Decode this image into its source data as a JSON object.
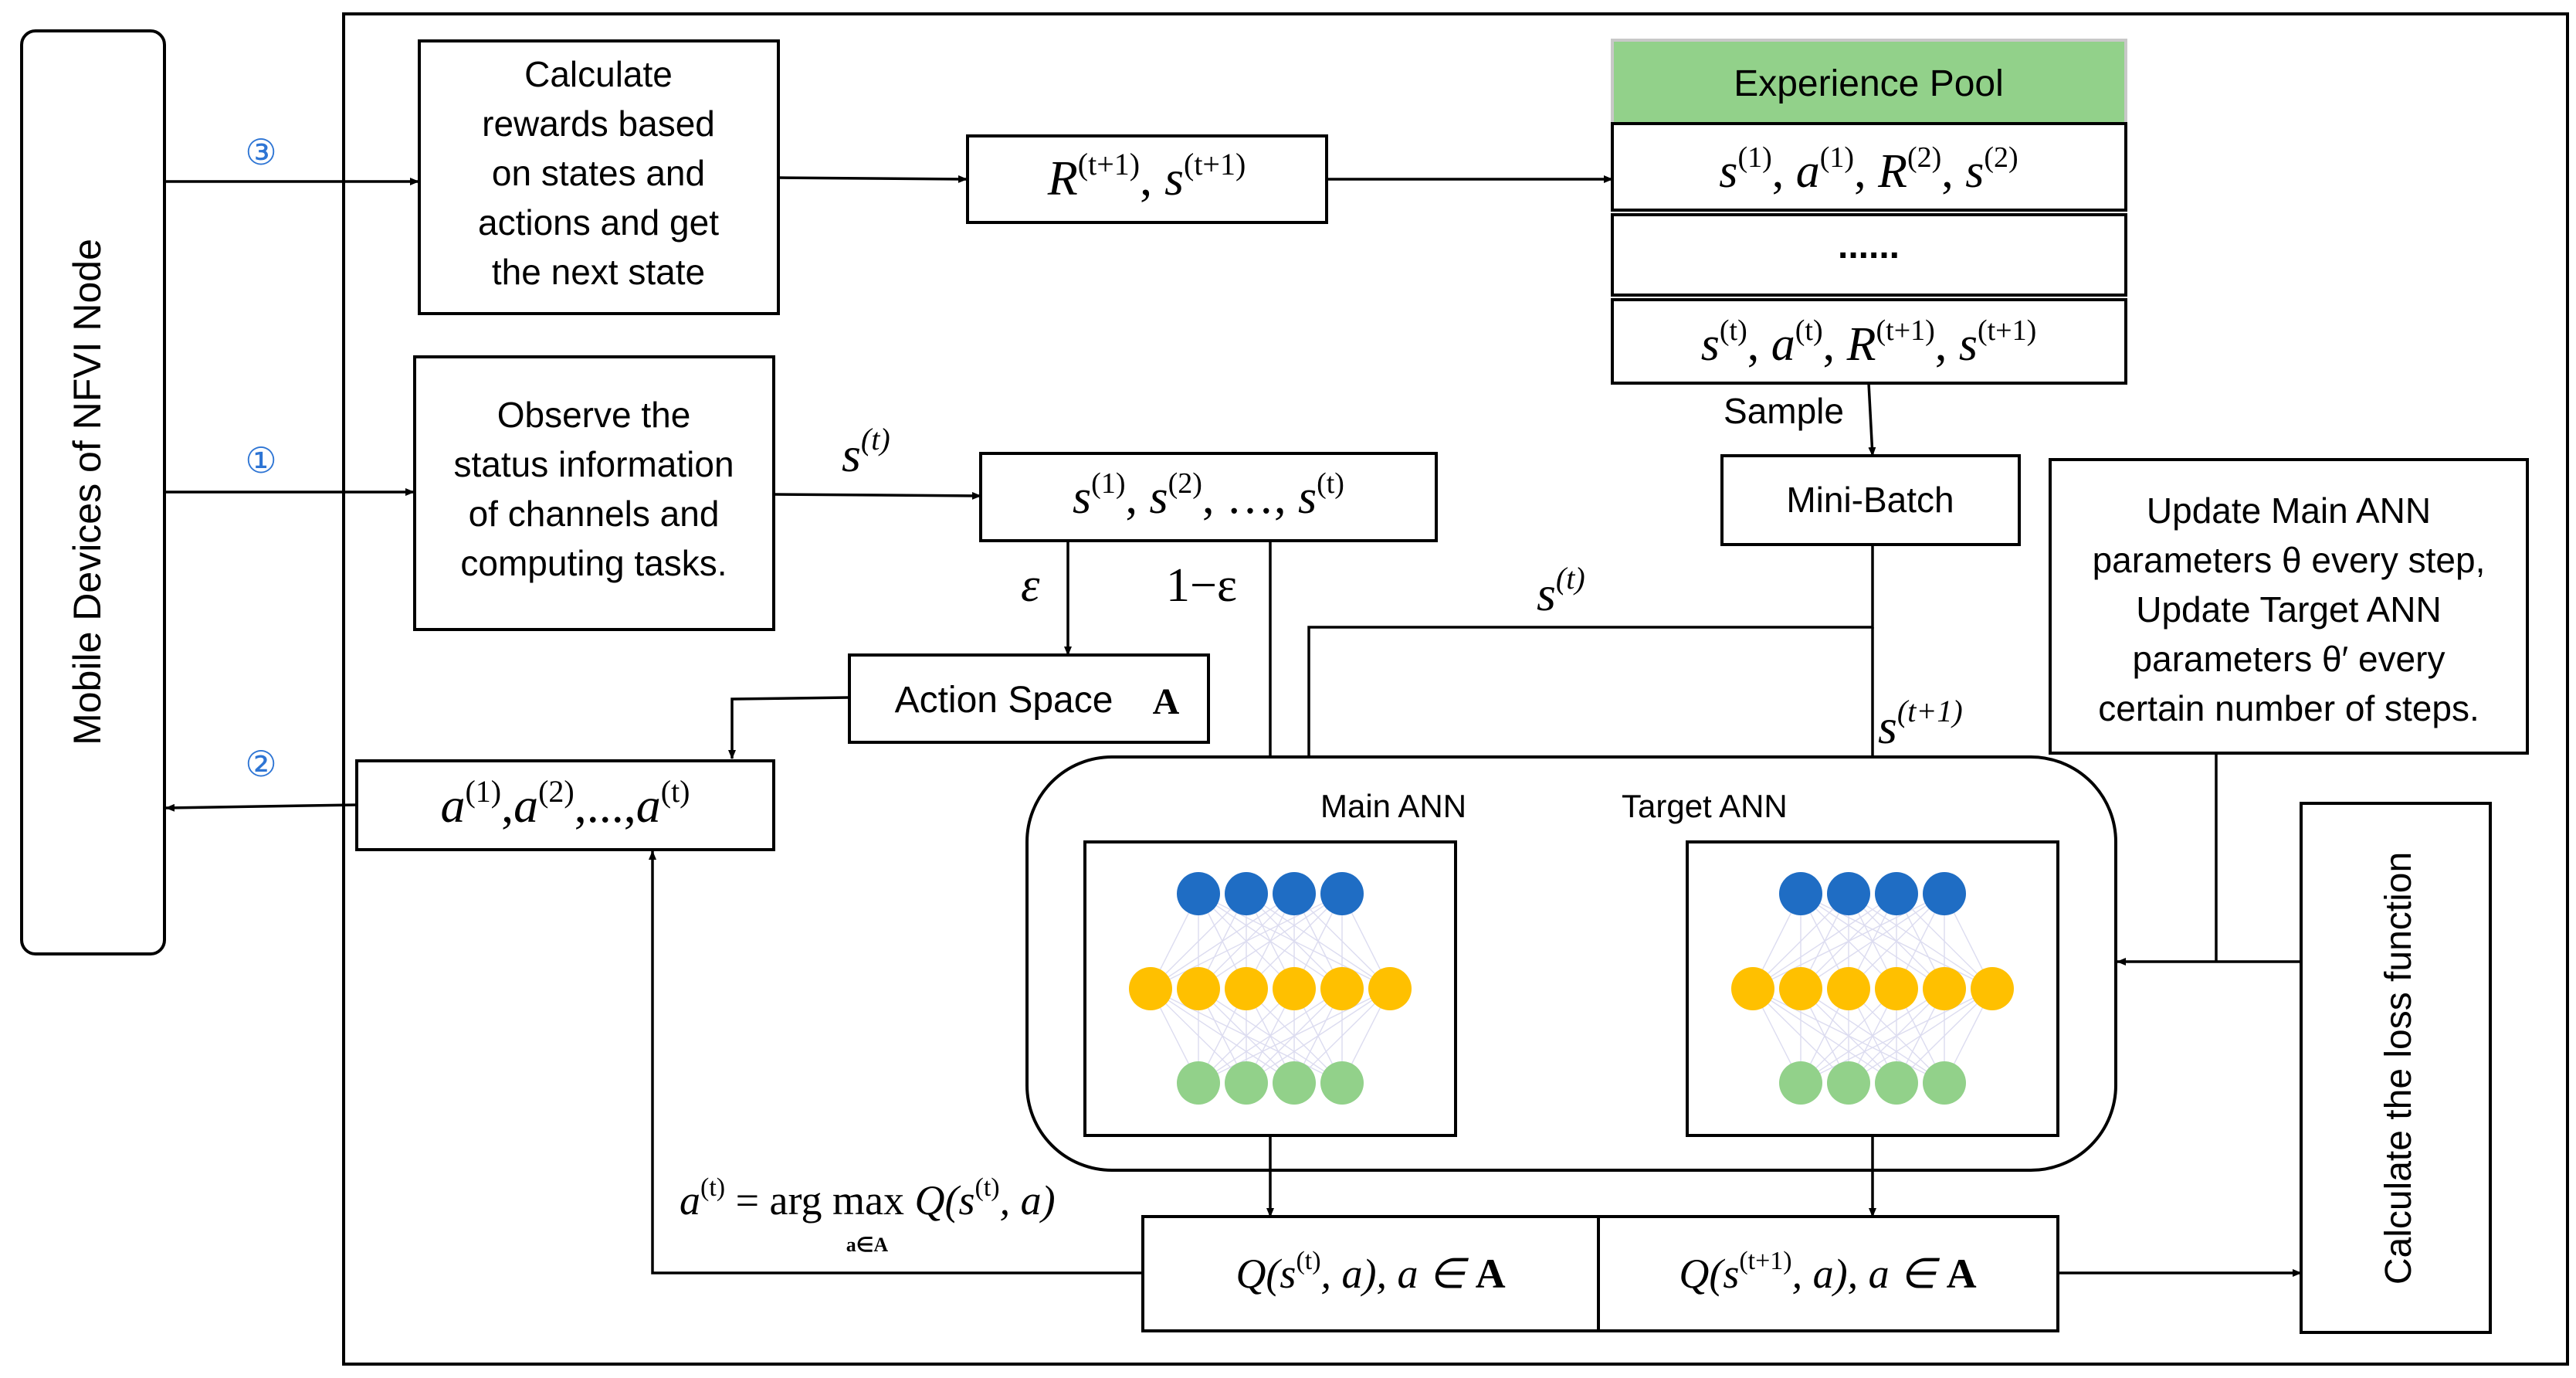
{
  "mobile_node": {
    "label": "Mobile Devices of NFVI Node"
  },
  "steps": {
    "one": "①",
    "two": "②",
    "three": "③"
  },
  "reward_box": {
    "lines": [
      "Calculate",
      "rewards based",
      "on states and",
      "actions and get",
      "the next state"
    ]
  },
  "observe_box": {
    "lines": [
      "Observe the",
      "status information",
      "of channels and",
      "computing tasks."
    ]
  },
  "reward_state": {
    "R": "R",
    "R_sup": "(t+1)",
    "sep": ", ",
    "s": "s",
    "s_sup": "(t+1)"
  },
  "experience_pool": {
    "title": "Experience Pool",
    "row1": [
      "s",
      "(1)",
      ",  ",
      "a",
      "(1)",
      ",  ",
      "R",
      "(2)",
      ",  ",
      "s",
      "(2)"
    ],
    "row2": "......",
    "row3": [
      "s",
      "(t)",
      ",  ",
      "a",
      "(t)",
      ",  ",
      "R",
      "(t+1)",
      ",  ",
      "s",
      "(t+1)"
    ]
  },
  "labels": {
    "sample": "Sample",
    "mini_batch": "Mini-Batch",
    "main_ann": "Main ANN",
    "target_ann": "Target ANN",
    "epsilon": "ε",
    "one_minus_epsilon": "1−ε",
    "s_t": "s",
    "s_t_sup": "(t)",
    "s_t1": "s",
    "s_t1_sup": "(t+1)"
  },
  "state_seq": [
    "s",
    "(1)",
    ", ",
    "s",
    "(2)",
    ", …, ",
    "s",
    "(t)"
  ],
  "action_seq": [
    "a",
    "(1)",
    ",",
    "a",
    "(2)",
    ",...,",
    "a",
    "(t)"
  ],
  "action_space": {
    "label": "Action Space",
    "symbol": "A"
  },
  "update_box": {
    "lines": [
      "Update Main ANN",
      "parameters θ every step,",
      "Update Target ANN",
      "parameters θ′ every",
      "certain number of steps."
    ]
  },
  "loss_box": {
    "label": "Calculate the loss function"
  },
  "argmax": {
    "lhs": "a",
    "lhs_sup": "(t)",
    "eq": " = arg max ",
    "q": "Q(s",
    "q_sup": "(t)",
    "q_end": ", a)",
    "sub": "a∈A"
  },
  "q_main": {
    "text1": "Q(s",
    "sup": "(t)",
    "text2": ", a), a ∈ ",
    "set": "A"
  },
  "q_target": {
    "text1": "Q(s",
    "sup": "(t+1)",
    "text2": ", a), a ∈ ",
    "set": "A"
  },
  "colors": {
    "pool_header": "#92d18a",
    "node_blue": "#1f6dc4",
    "node_yellow": "#ffc000",
    "node_green": "#92d18a",
    "step_blue": "#2e75d4"
  }
}
